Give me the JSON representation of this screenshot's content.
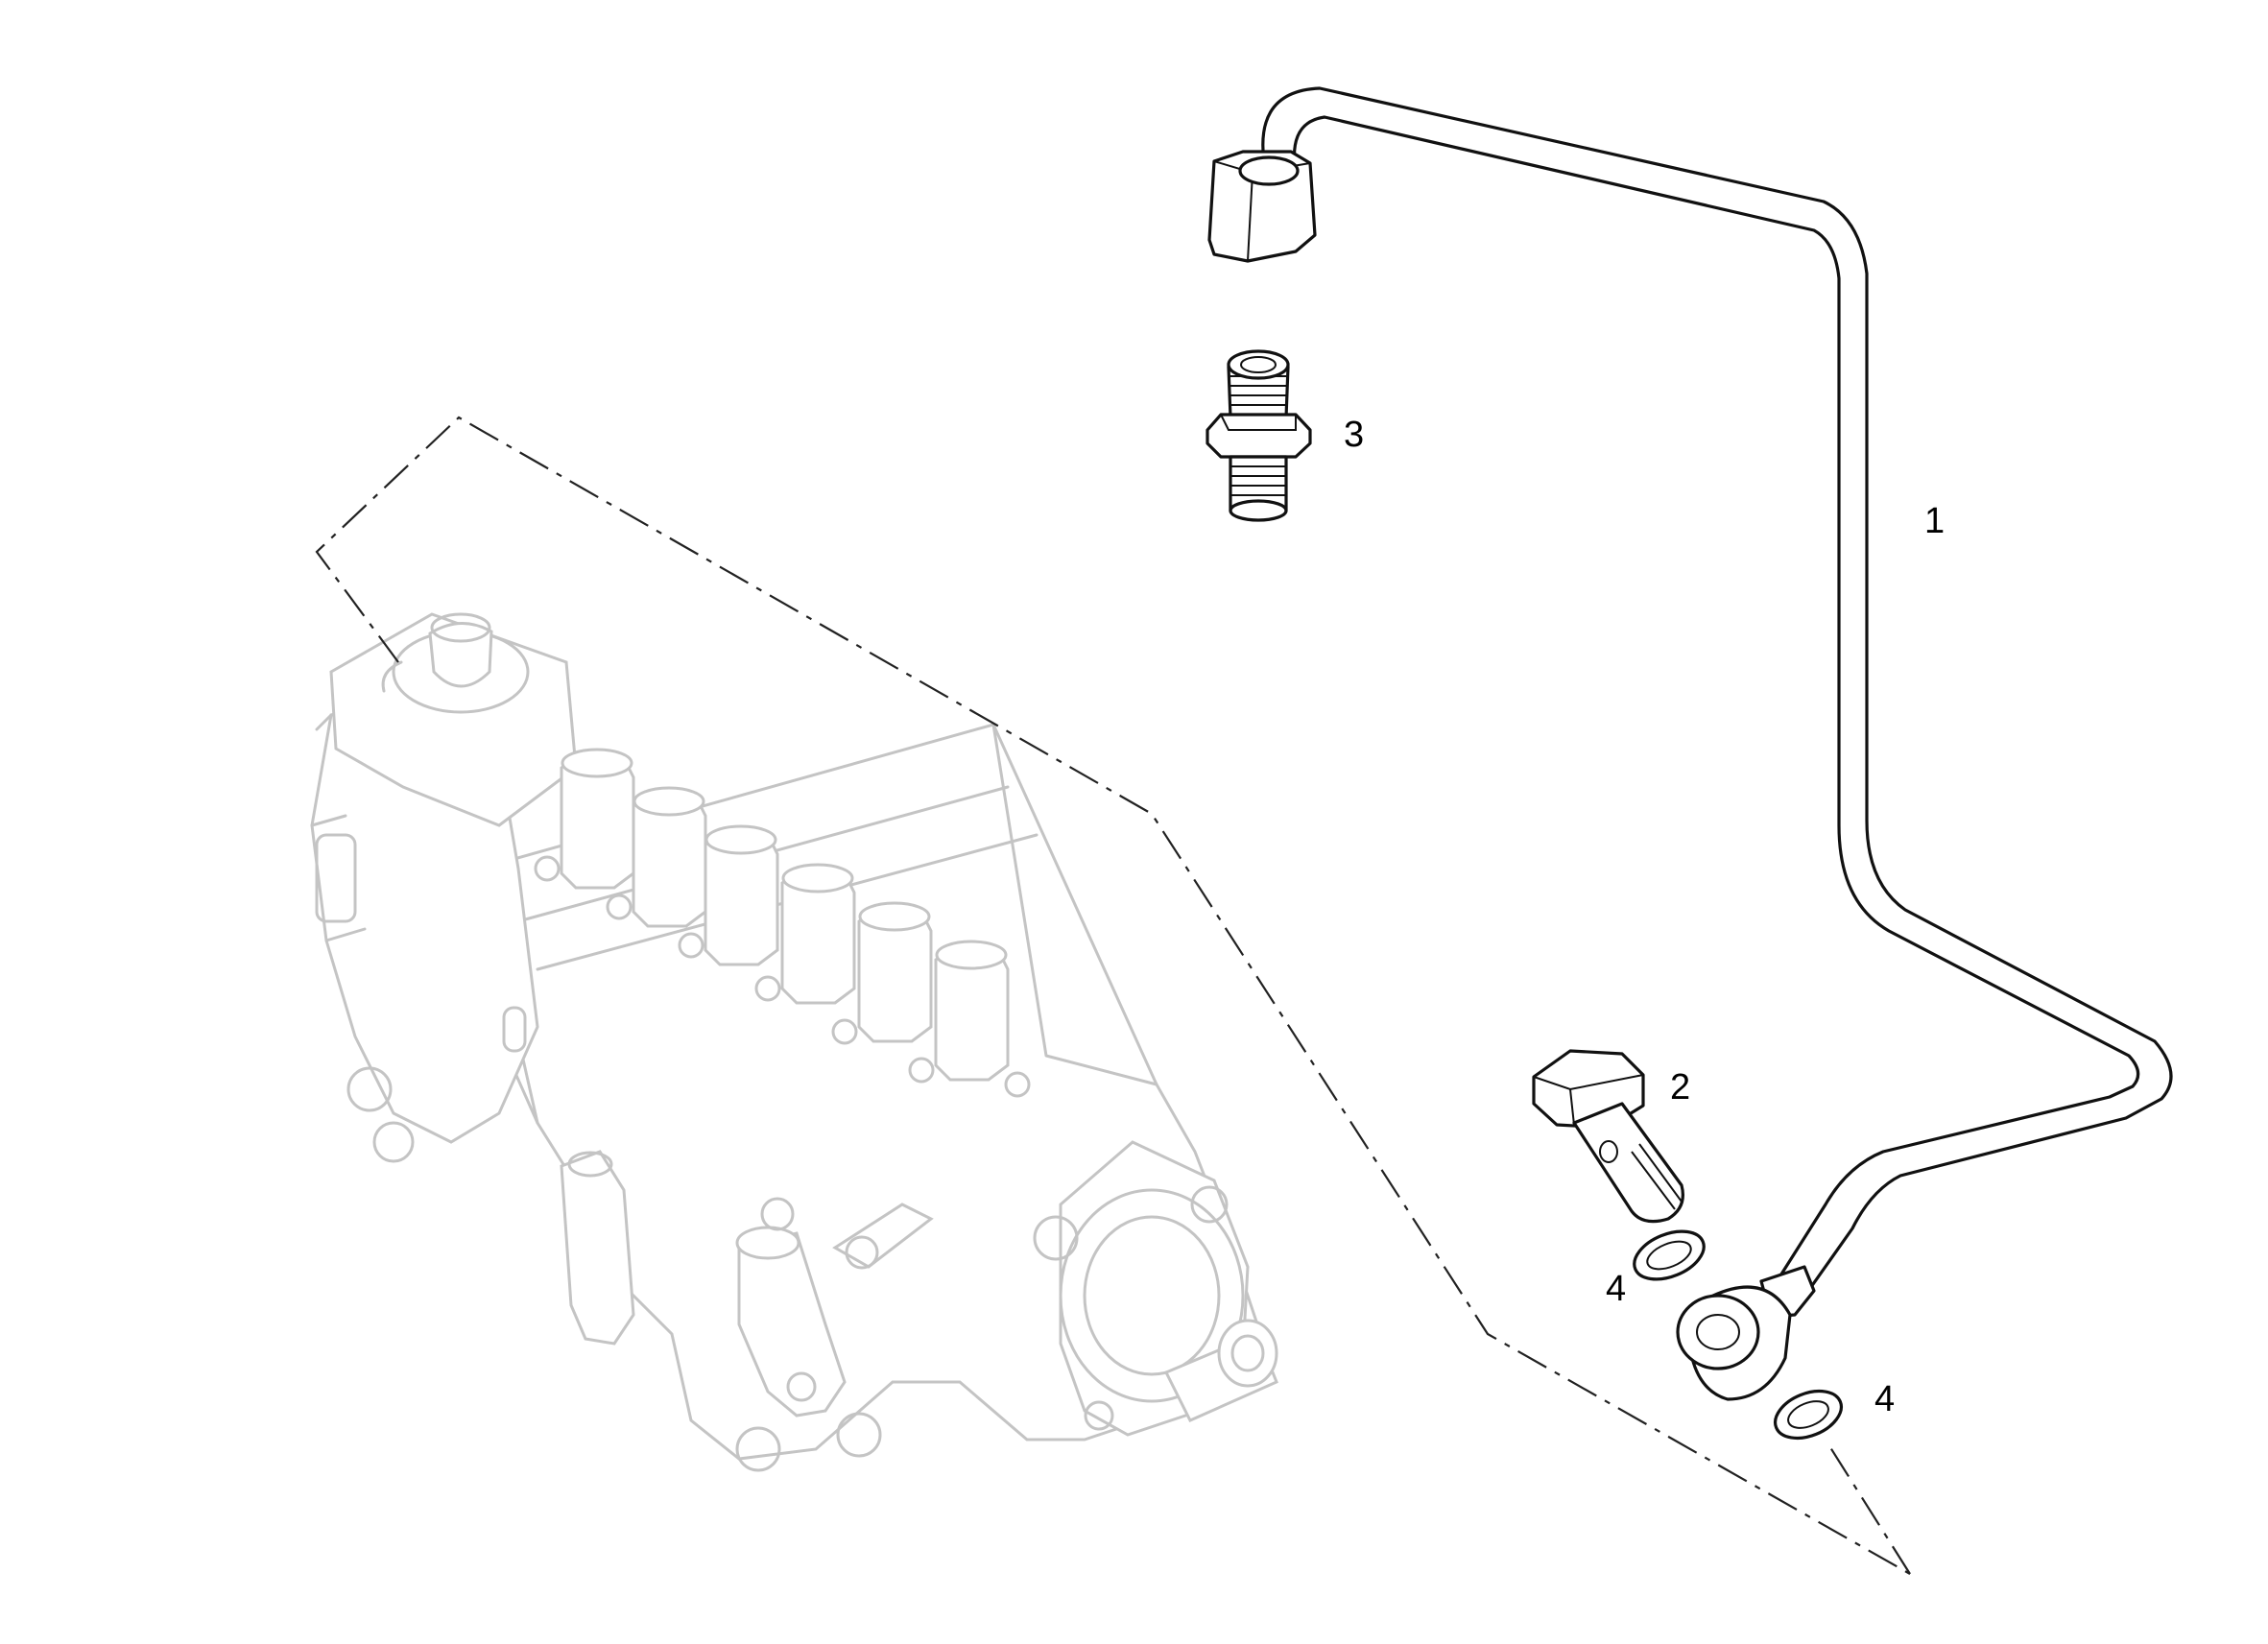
{
  "callouts": [
    {
      "id": "tube",
      "label": "1"
    },
    {
      "id": "banjo-bolt",
      "label": "2"
    },
    {
      "id": "union-fitting",
      "label": "3"
    },
    {
      "id": "washer-upper",
      "label": "4"
    },
    {
      "id": "washer-lower",
      "label": "4"
    }
  ]
}
